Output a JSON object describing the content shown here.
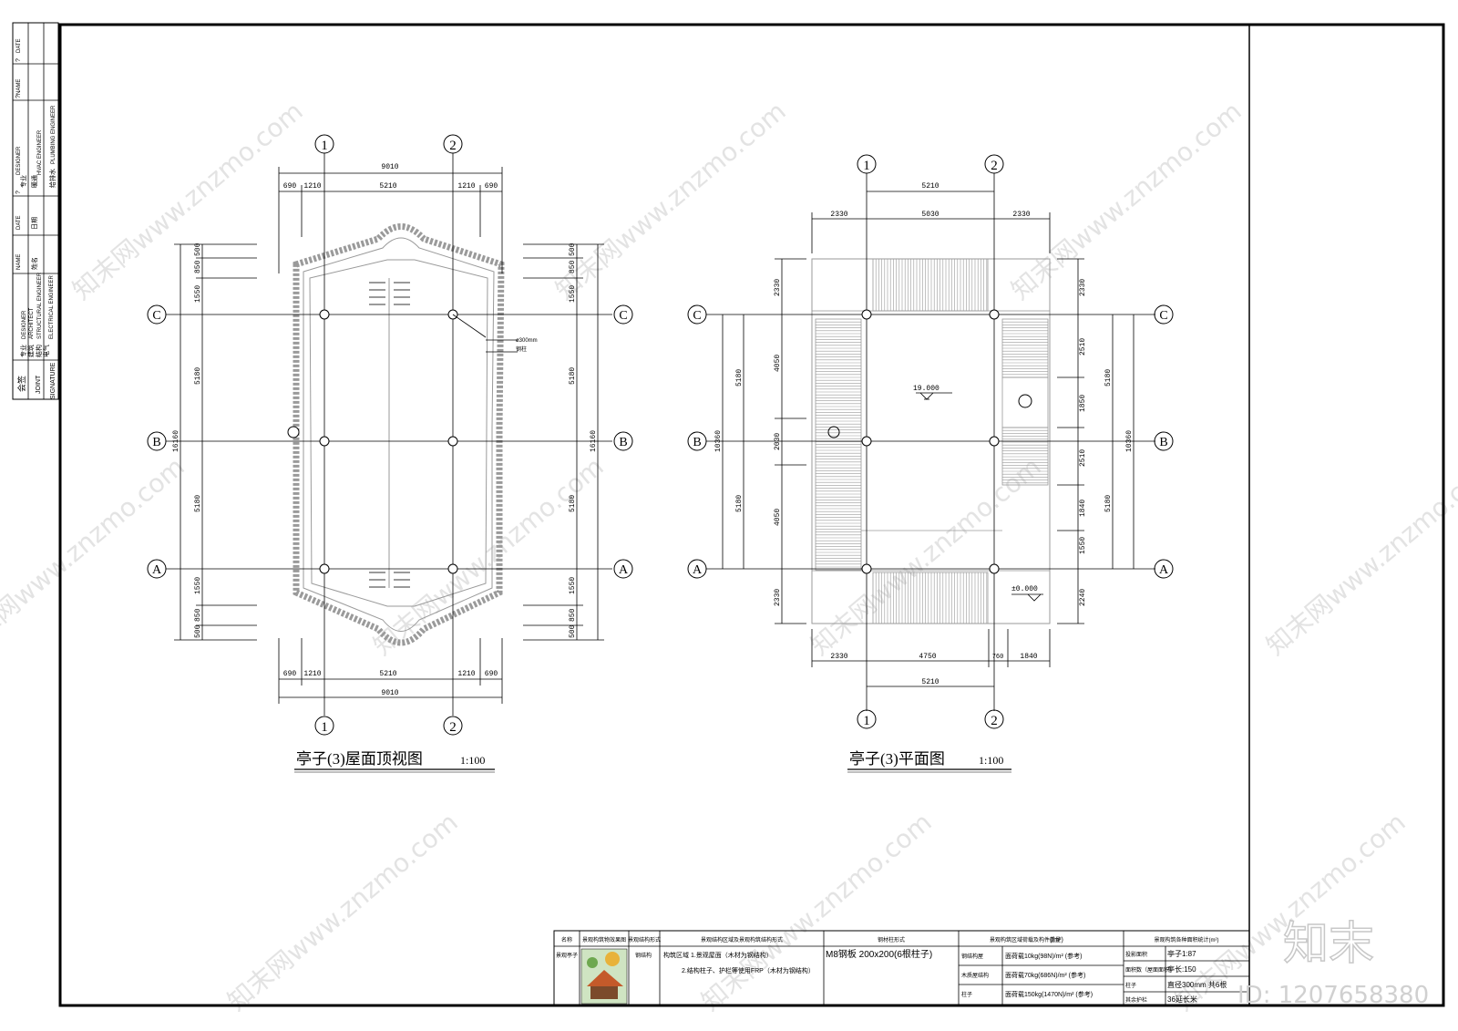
{
  "sidebar": {
    "label_sign": "会签",
    "label_joint": "JOINT",
    "label_signature": "SIGNATURE",
    "rows": [
      {
        "role": "专业",
        "role_en": "DESIGNER"
      },
      {
        "role": "建筑",
        "role_en": "ARCHITECT"
      },
      {
        "role": "结构",
        "role_en": "STRUCTURAL ENGINEER"
      },
      {
        "role": "电气",
        "role_en": "ELECTRICAL ENGINEER"
      },
      {
        "role": "专业",
        "role_en": "DESIGNER"
      },
      {
        "role": "暖通",
        "role_en": "HVAC ENGINEER"
      },
      {
        "role": "给排水",
        "role_en": "PLUMBING ENGINEER"
      }
    ],
    "col_name": "NAME",
    "col_name_cn": "姓名",
    "col_date": "DATE",
    "col_date_cn": "日期",
    "placeholder_q": "?"
  },
  "roof_plan": {
    "title": "亭子(3)屋面顶视图",
    "scale": "1:100",
    "axes_x": [
      "1",
      "2"
    ],
    "axes_y": [
      "C",
      "B",
      "A"
    ],
    "dims_top_total": "9010",
    "dims_top": [
      "690",
      "1210",
      "5210",
      "1210",
      "690"
    ],
    "dims_side": [
      "500",
      "850",
      "1550",
      "5180",
      "5180",
      "1550",
      "850",
      "500"
    ],
    "dims_side_total": "16160",
    "column_note": "ø300mm",
    "column_note2": "钢柱"
  },
  "floor_plan": {
    "title": "亭子(3)平面图",
    "scale": "1:100",
    "axes_x": [
      "1",
      "2"
    ],
    "axes_y": [
      "C",
      "B",
      "A"
    ],
    "dim_axis_top": "5210",
    "dims_top": [
      "2330",
      "5030",
      "2330"
    ],
    "dims_bottom": [
      "2330",
      "4750",
      "760",
      "1840"
    ],
    "dim_axis_bottom": "5210",
    "dims_left_outer": [
      "5180",
      "5180"
    ],
    "dim_left_total": "10360",
    "dims_left_inner": [
      "2330",
      "4050",
      "2030",
      "4050",
      "2330"
    ],
    "dims_right_inner": [
      "2330",
      "2510",
      "1850",
      "2510",
      "1840",
      "1550",
      "2240"
    ],
    "dims_right_outer": [
      "5180",
      "5180"
    ],
    "dim_right_total": "10360",
    "level_top": "19.000",
    "level_ground": "±0.000"
  },
  "info_table": {
    "headers": [
      "名称",
      "景观构筑物效果图",
      "景观结构形式",
      "景观结构区域及景观构筑结构形式",
      "钢材柱形式",
      "景观构筑区域荷载及构件重量",
      "景观构筑各种面积统计(m²)"
    ],
    "row_name": "景观亭子",
    "row_struct": "钢结构",
    "row_area_1": "构筑区域 1.景观屋面（木材为钢结构）",
    "row_area_2": "2.结构柱子、护栏等使用FRP（木材为钢结构）",
    "row_column": "M8钢板 200x200(6根柱子)",
    "loads": [
      {
        "name": "钢结构屋",
        "value": "面荷载10kg(98N)/m² (参考)"
      },
      {
        "name": "木质屋结构",
        "value": "面荷载70kg(686N)/m² (参考)"
      },
      {
        "name": "柱子",
        "value": "面荷载150kg(1470N)/m² (参考)"
      }
    ],
    "load_unit": "(/m²)",
    "areas": [
      {
        "name": "投影面积",
        "value": "亭子1:87"
      },
      {
        "name": "面积数（屋面面积）",
        "value": "亭长:150"
      },
      {
        "name": "柱子",
        "value": "直径300mm 共6根"
      },
      {
        "name": "其余护栏",
        "value": "36延长米"
      }
    ]
  },
  "branding": {
    "logo_text": "知末",
    "id_text": "ID: 1207658380",
    "watermark": "知末网www.znzmo.com"
  }
}
